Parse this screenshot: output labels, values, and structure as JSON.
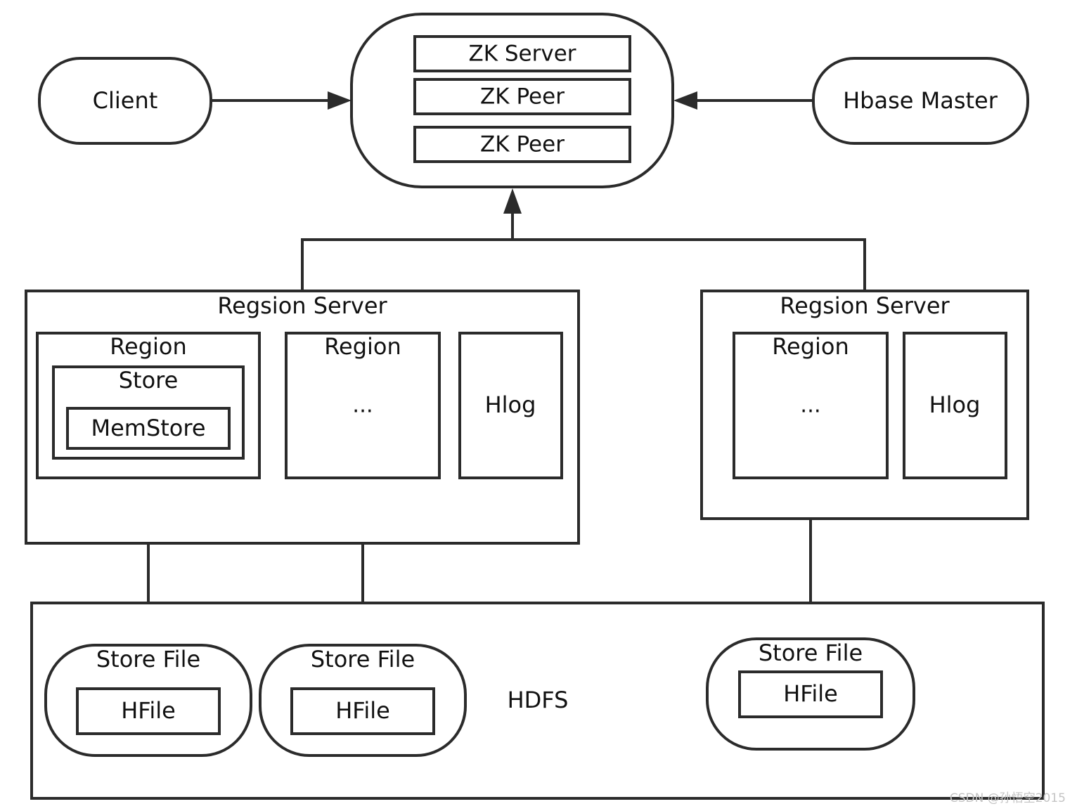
{
  "client": {
    "label": "Client"
  },
  "zookeeper": {
    "items": [
      "ZK Server",
      "ZK Peer",
      "ZK Peer"
    ]
  },
  "master": {
    "label": "Hbase Master"
  },
  "region_server_1": {
    "title": "Regsion Server",
    "region_a": {
      "title": "Region",
      "store": {
        "title": "Store",
        "memstore": "MemStore"
      }
    },
    "region_b": {
      "title": "Region",
      "content": "..."
    },
    "hlog": "Hlog"
  },
  "region_server_2": {
    "title": "Regsion Server",
    "region": {
      "title": "Region",
      "content": "..."
    },
    "hlog": "Hlog"
  },
  "hdfs": {
    "label": "HDFS",
    "store_files": [
      {
        "title": "Store File",
        "hfile": "HFile"
      },
      {
        "title": "Store File",
        "hfile": "HFile"
      },
      {
        "title": "Store File",
        "hfile": "HFile"
      }
    ]
  },
  "watermark": "CSDN @孙悟空2015"
}
